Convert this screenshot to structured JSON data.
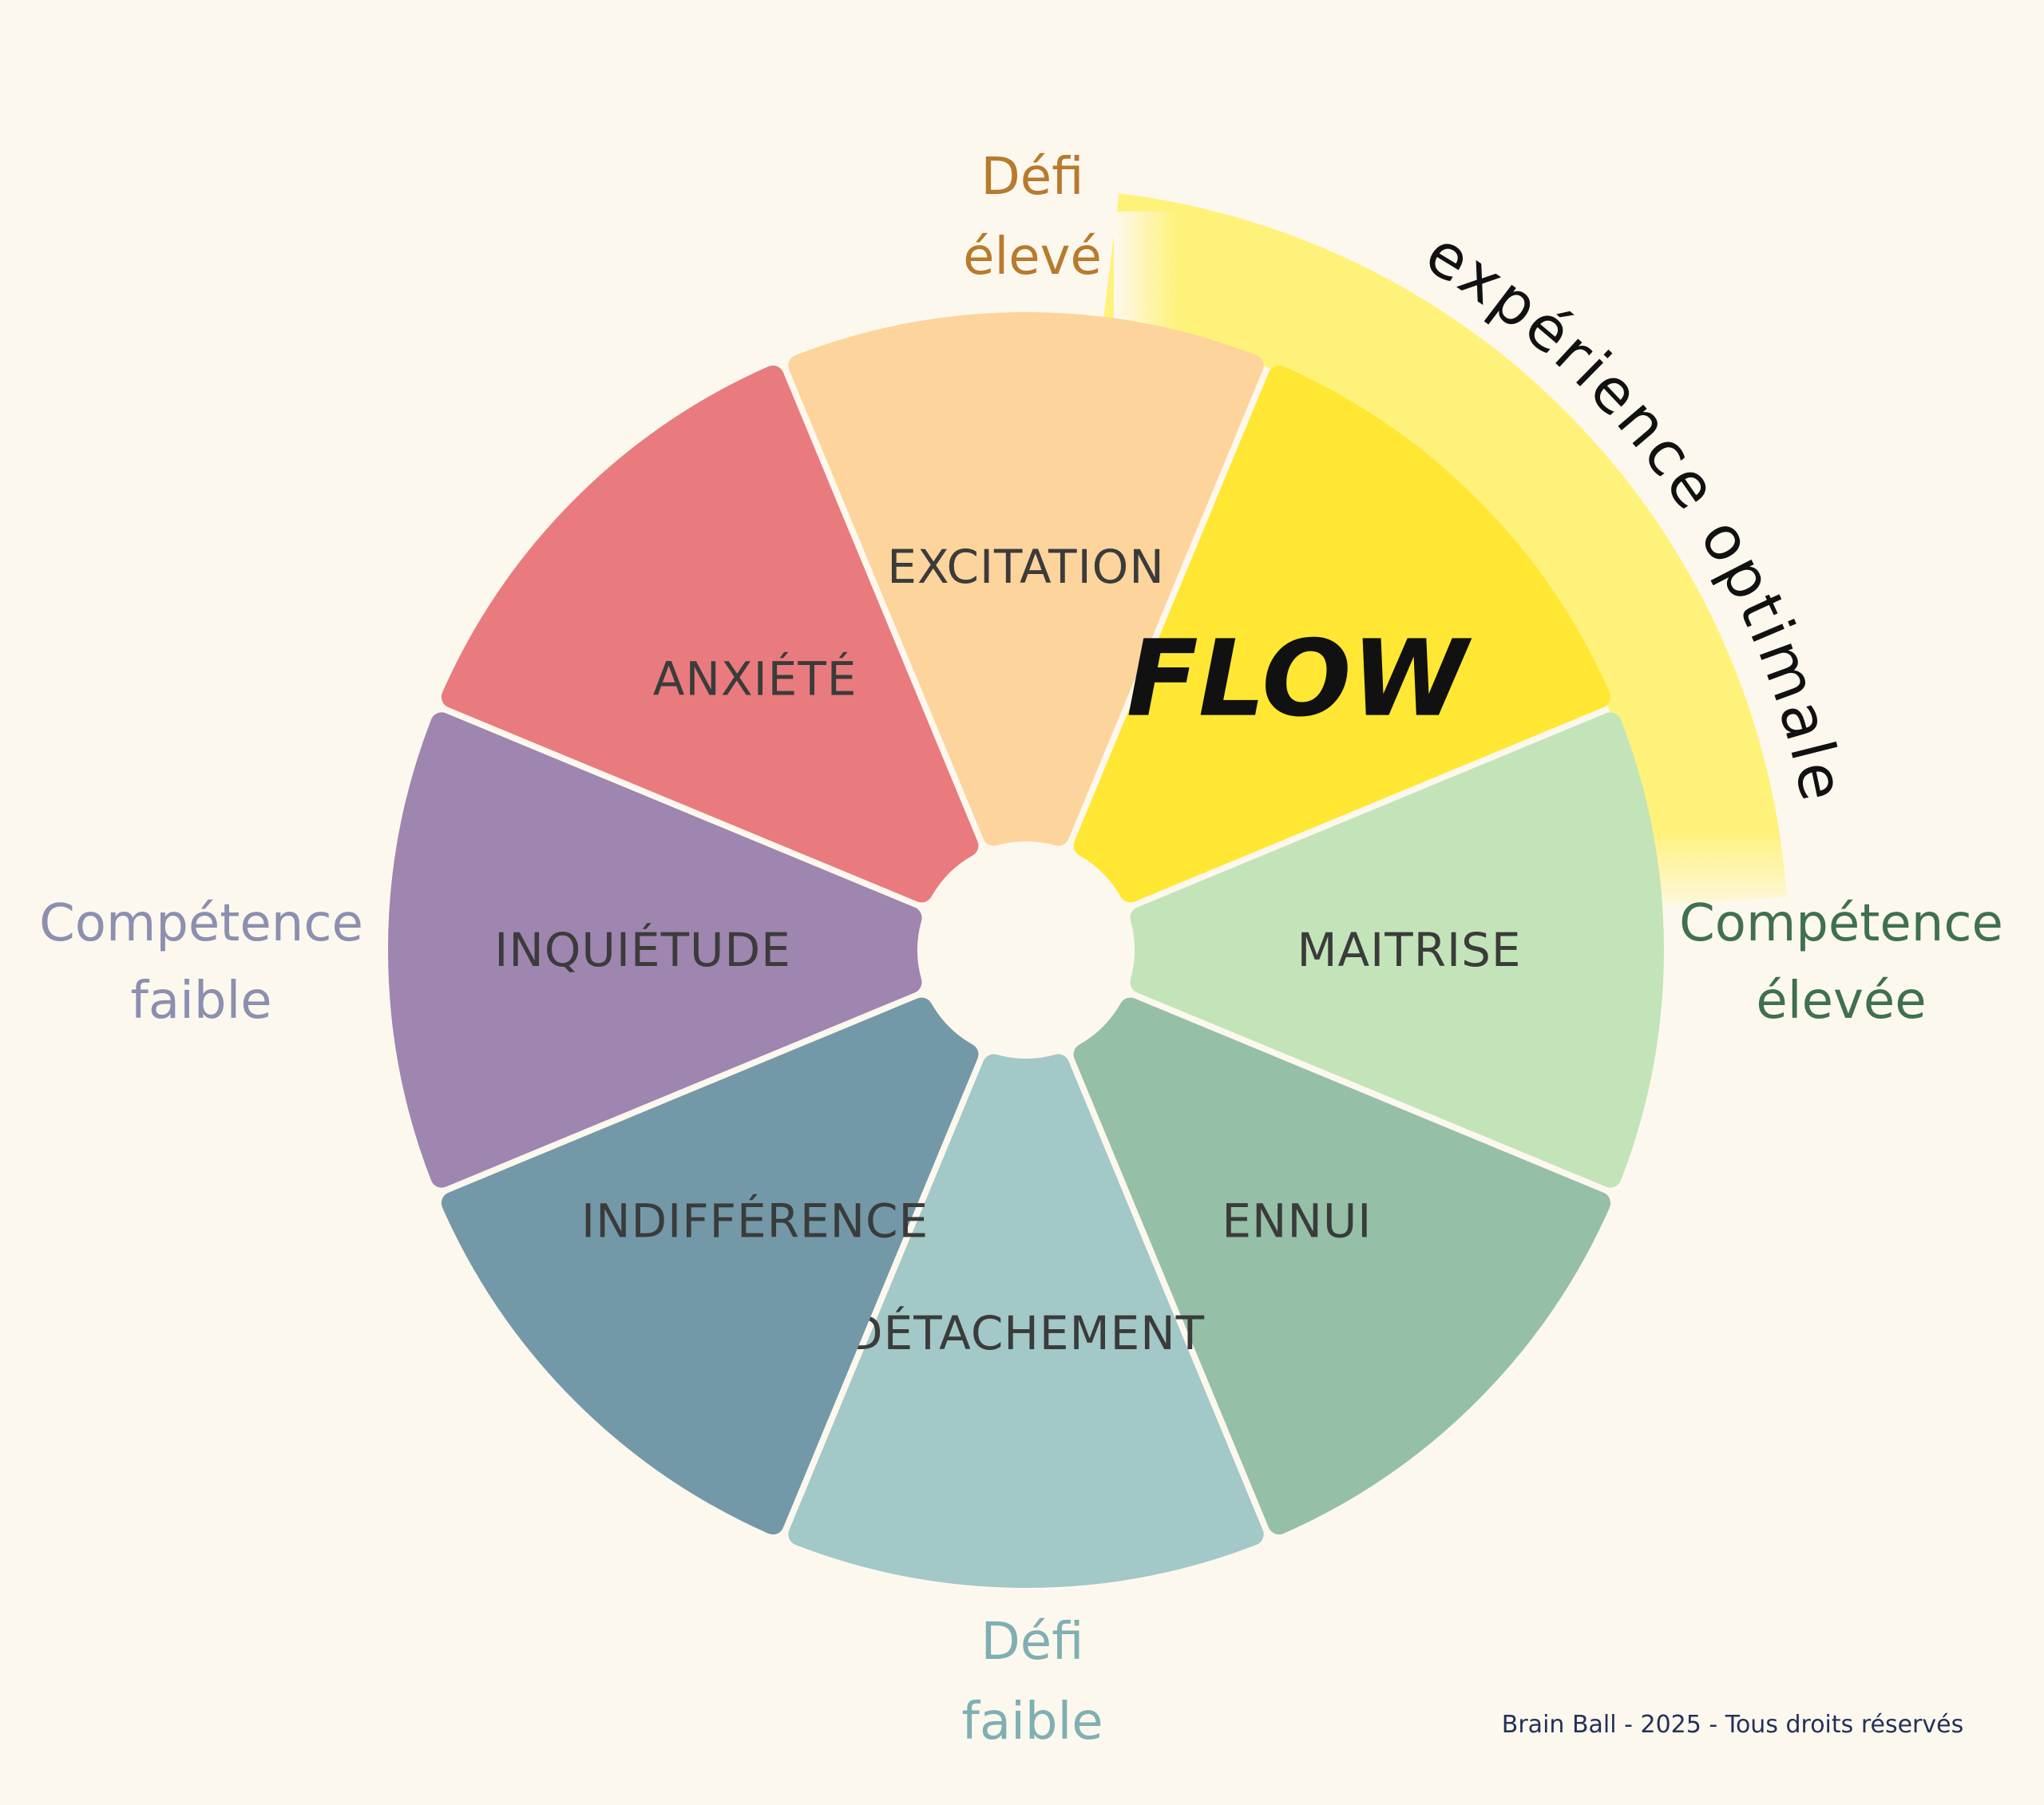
{
  "diagram": {
    "segments": [
      {
        "id": "excitation",
        "label": "EXCITATION",
        "color": "#FDD49C"
      },
      {
        "id": "flow",
        "label": "FLOW",
        "color": "#FFE733"
      },
      {
        "id": "maitrise",
        "label": "MAITRISE",
        "color": "#C3E4B8"
      },
      {
        "id": "ennui",
        "label": "ENNUI",
        "color": "#96BFA8"
      },
      {
        "id": "detachement",
        "label": "DÉTACHEMENT",
        "color": "#A2C8C7"
      },
      {
        "id": "indifference",
        "label": "INDIFFÉRENCE",
        "color": "#7399A8"
      },
      {
        "id": "inquietude",
        "label": "INQUIÉTUDE",
        "color": "#9E86B0"
      },
      {
        "id": "anxiete",
        "label": "ANXIÉTÉ",
        "color": "#E97B7E"
      }
    ],
    "highlight_color": "#FFF27A",
    "optimal_experience_label": "expérience optimale",
    "axis_labels": {
      "top": {
        "line1": "Défi",
        "line2": "élevé",
        "color": "#B87A2C"
      },
      "bottom": {
        "line1": "Défi",
        "line2": "faible",
        "color": "#7FAFB3"
      },
      "left": {
        "line1": "Compétence",
        "line2": "faible",
        "color": "#8C8FB0"
      },
      "right": {
        "line1": "Compétence",
        "line2": "élevée",
        "color": "#3F7050"
      }
    },
    "footer": "Brain Ball - 2025 - Tous droits réservés"
  }
}
